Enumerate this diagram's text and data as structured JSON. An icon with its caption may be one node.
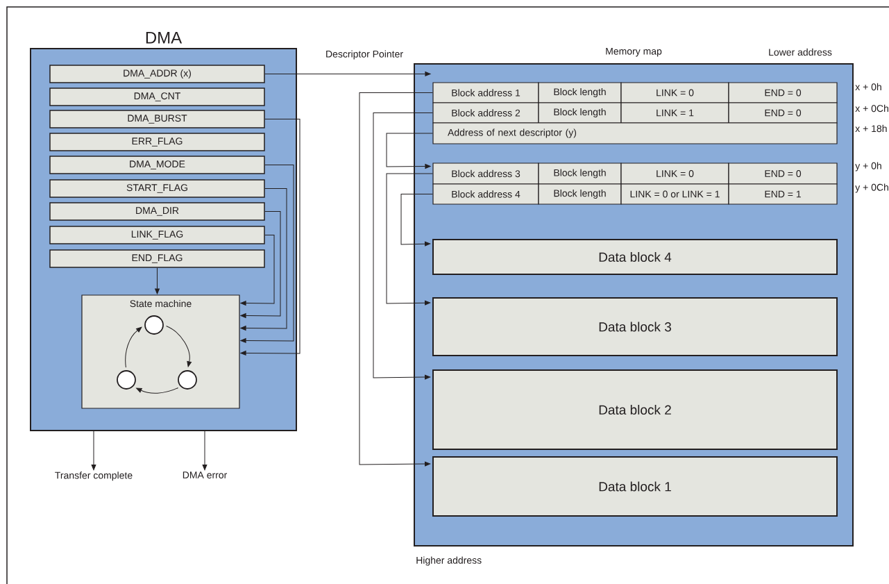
{
  "diagram": {
    "nodes": [
      {
        "text": [
          "DMA"
        ]
      },
      {
        "text": [
          "DMA_ADDR (x)"
        ],
        "in": 0
      },
      {
        "text": [
          "DMA_CNT"
        ],
        "in": 0
      },
      {
        "text": [
          "DMA_BURST"
        ],
        "in": 0
      },
      {
        "text": [
          "ERR_FLAG"
        ],
        "in": 0
      },
      {
        "text": [
          "DMA_MODE"
        ],
        "in": 0
      },
      {
        "text": [
          "START_FLAG"
        ],
        "in": 0
      },
      {
        "text": [
          "DMA_DIR"
        ],
        "in": 0
      },
      {
        "text": [
          "LINK_FLAG"
        ],
        "in": 0
      },
      {
        "text": [
          "END_FLAG"
        ],
        "in": 0
      },
      {
        "text": [
          "State machine"
        ],
        "in": 0
      },
      {
        "text": [],
        "shape": "circle",
        "in": 10
      },
      {
        "text": [],
        "shape": "circle",
        "in": 10
      },
      {
        "text": [],
        "shape": "circle",
        "in": 10
      },
      {
        "text": [
          "Transfer complete"
        ]
      },
      {
        "text": [
          "DMA error"
        ]
      },
      {
        "text": [
          "Memory map"
        ]
      },
      {
        "text": [
          "Block address 1"
        ],
        "in": 16
      },
      {
        "text": [
          "Block length"
        ],
        "in": 16
      },
      {
        "text": [
          "LINK = 0"
        ],
        "in": 16
      },
      {
        "text": [
          "END = 0"
        ],
        "in": 16
      },
      {
        "text": [
          "Block address 2"
        ],
        "in": 16
      },
      {
        "text": [
          "Block length"
        ],
        "in": 16
      },
      {
        "text": [
          "LINK = 1"
        ],
        "in": 16
      },
      {
        "text": [
          "END = 0"
        ],
        "in": 16
      },
      {
        "text": [
          "Address of next descriptor (y)"
        ],
        "in": 16
      },
      {
        "text": [
          "Block address 3"
        ],
        "in": 16
      },
      {
        "text": [
          "Block length"
        ],
        "in": 16
      },
      {
        "text": [
          "LINK = 0"
        ],
        "in": 16
      },
      {
        "text": [
          "END = 0"
        ],
        "in": 16
      },
      {
        "text": [
          "Block address 4"
        ],
        "in": 16
      },
      {
        "text": [
          "Block length"
        ],
        "in": 16
      },
      {
        "text": [
          "LINK = 0 or LINK = 1"
        ],
        "in": 16
      },
      {
        "text": [
          "END = 1"
        ],
        "in": 16
      },
      {
        "text": [
          "Data block 4"
        ],
        "in": 16
      },
      {
        "text": [
          "Data block 3"
        ],
        "in": 16
      },
      {
        "text": [
          "Data block 2"
        ],
        "in": 16
      },
      {
        "text": [
          "Data block 1"
        ],
        "in": 16
      }
    ],
    "edges": [
      {
        "from": 1,
        "to": 17,
        "arrow": "to",
        "label": "Descriptor Pointer"
      },
      {
        "from": 9,
        "to": 10,
        "arrow": "to"
      },
      {
        "from": 8,
        "to": 10,
        "arrow": "to"
      },
      {
        "from": 7,
        "to": 10,
        "arrow": "to"
      },
      {
        "from": 6,
        "to": 10,
        "arrow": "to"
      },
      {
        "from": 5,
        "to": 10,
        "arrow": "to"
      },
      {
        "from": 3,
        "to": 10,
        "arrow": "to"
      },
      {
        "from": 11,
        "to": 13,
        "arrow": "to"
      },
      {
        "from": 13,
        "to": 12,
        "arrow": "to"
      },
      {
        "from": 12,
        "to": 11,
        "arrow": "to"
      },
      {
        "from": 0,
        "to": 14,
        "arrow": "to"
      },
      {
        "from": 0,
        "to": 15,
        "arrow": "to"
      },
      {
        "from": 17,
        "to": 37,
        "arrow": "to"
      },
      {
        "from": 21,
        "to": 36,
        "arrow": "to"
      },
      {
        "from": 25,
        "to": 26,
        "arrow": "to"
      },
      {
        "from": 26,
        "to": 35,
        "arrow": "to"
      },
      {
        "from": 30,
        "to": 34,
        "arrow": "to"
      }
    ],
    "labels": [
      "Lower address",
      "x + 0h",
      "x + 0Ch",
      "x + 18h",
      "y + 0h",
      "y + 0Ch",
      "Higher address"
    ]
  }
}
